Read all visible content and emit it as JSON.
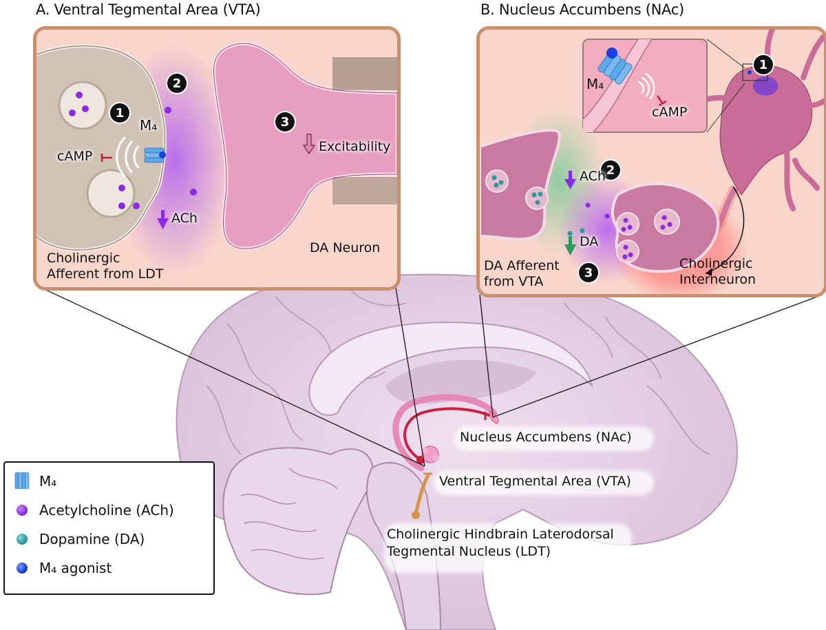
{
  "figure": {
    "panel_a": {
      "title": "A. Ventral Tegmental Area (VTA)",
      "labels": {
        "m4": "M₄",
        "camp": "cAMP",
        "ach": "ACh",
        "excitability": "Excitability",
        "presynaptic": "Cholinergic\nAfferent from LDT",
        "presynaptic_line1": "Cholinergic",
        "presynaptic_line2": "Afferent from LDT",
        "da_neuron": "DA Neuron"
      },
      "badges": [
        "1",
        "2",
        "3"
      ]
    },
    "panel_b": {
      "title": "B. Nucleus Accumbens (NAc)",
      "labels": {
        "m4": "M₄",
        "camp": "cAMP",
        "ach": "ACh",
        "da": "DA",
        "da_afferent_line1": "DA Afferent",
        "da_afferent_line2": "from VTA",
        "interneuron_line1": "Cholinergic",
        "interneuron_line2": "Interneuron"
      },
      "badges": [
        "1",
        "2",
        "3"
      ]
    },
    "brain_labels": {
      "nac": "Nucleus Accumbens (NAc)",
      "vta": "Ventral Tegmental Area (VTA)",
      "ldt_line1": "Cholinergic Hindbrain Laterodorsal",
      "ldt_line2": "Tegmental Nucleus (LDT)"
    },
    "legend": {
      "items": [
        {
          "label": "M₄",
          "icon": "m4-receptor-icon",
          "color": "#4a90d9"
        },
        {
          "label": "Acetylcholine (ACh)",
          "icon": "ach-molecule-icon",
          "color": "#8a2be2"
        },
        {
          "label": "Dopamine (DA)",
          "icon": "dopamine-molecule-icon",
          "color": "#2a9a9a"
        },
        {
          "label": "M₄ agonist",
          "icon": "m4-agonist-icon",
          "color": "#1a3ee0"
        }
      ]
    },
    "colors": {
      "panel_bg": "#f9d6cb",
      "panel_border": "#c8906e",
      "brain": "#e3cfe3",
      "ach": "#8a2be2",
      "dopamine": "#2a9a9a",
      "agonist": "#1a3ee0",
      "receptor": "#5aa8e8",
      "inhibit": "#c0203a",
      "da_arrow": "#2a9a5a"
    }
  }
}
